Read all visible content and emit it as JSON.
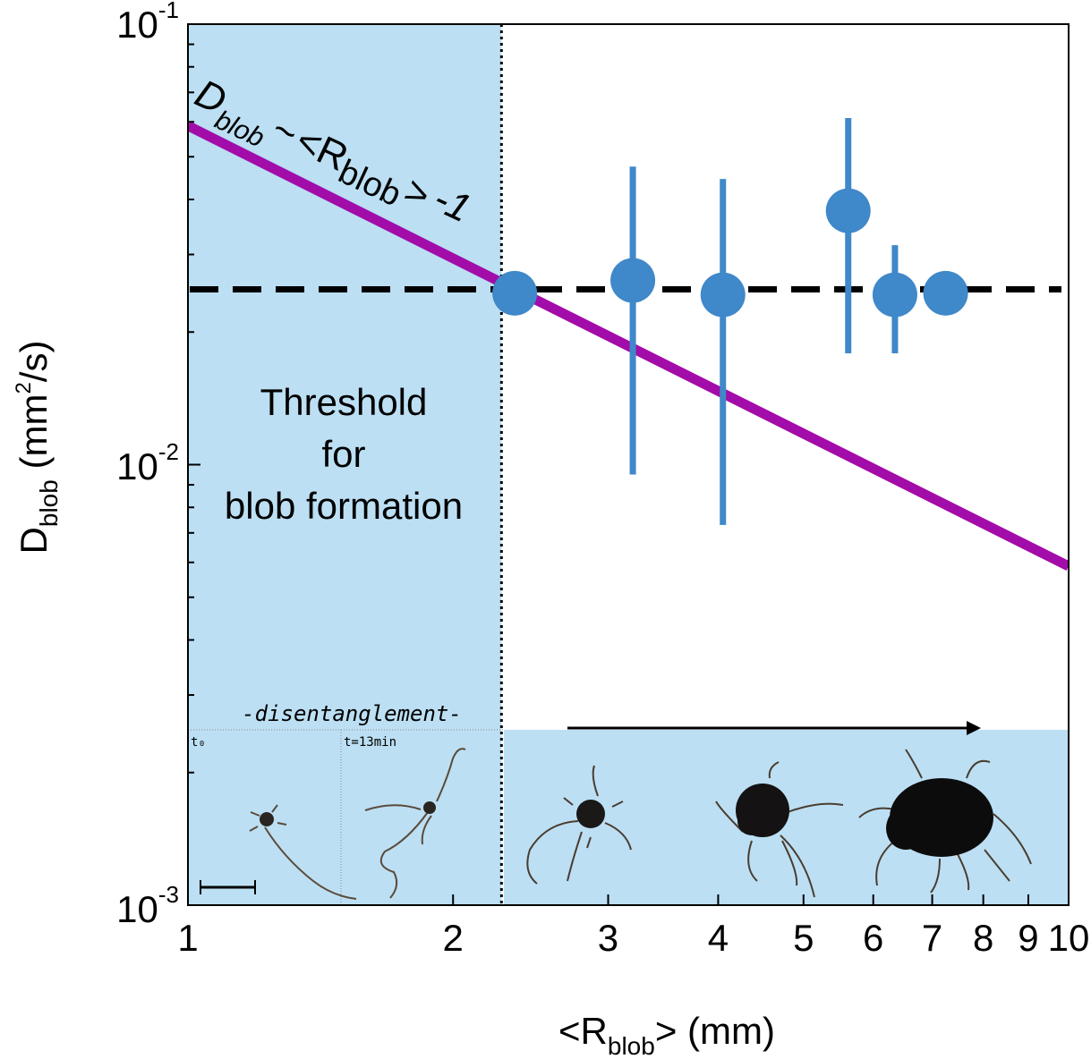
{
  "chart_data": {
    "type": "scatter",
    "xscale": "log",
    "yscale": "log",
    "xlim": [
      1,
      10
    ],
    "ylim": [
      0.001,
      0.1
    ],
    "x_tick_labels": [
      "1",
      "2",
      "3",
      "4",
      "5",
      "6",
      "7",
      "8",
      "9",
      "10"
    ],
    "y_tick_labels": [
      {
        "base": "10",
        "exp": "-1",
        "value": 0.1
      },
      {
        "base": "10",
        "exp": "-2",
        "value": 0.01
      },
      {
        "base": "10",
        "exp": "-3",
        "value": 0.001
      }
    ],
    "xlabel": {
      "pre": "<R",
      "sub": "blob",
      "post": "> (mm)"
    },
    "ylabel": {
      "pre": "D",
      "sub": "blob",
      "mid": " (mm",
      "sup": "2",
      "post": "/s)"
    },
    "points": [
      {
        "x": 2.35,
        "y": 0.0245,
        "yerr_low": null,
        "yerr_high": null
      },
      {
        "x": 3.2,
        "y": 0.0262,
        "yerr_low": 0.0095,
        "yerr_high": 0.0475
      },
      {
        "x": 4.05,
        "y": 0.0243,
        "yerr_low": 0.0073,
        "yerr_high": 0.0445
      },
      {
        "x": 5.62,
        "y": 0.0377,
        "yerr_low": 0.0179,
        "yerr_high": 0.0612
      },
      {
        "x": 6.35,
        "y": 0.0243,
        "yerr_low": 0.0179,
        "yerr_high": 0.0315
      },
      {
        "x": 7.25,
        "y": 0.0245,
        "yerr_low": null,
        "yerr_high": null
      }
    ],
    "marker_color": "#3f88c9",
    "fit_line": {
      "label_parts": {
        "d": "D",
        "d_sub": "blob",
        "tilde": "~",
        "r": "<R",
        "r_sub": "blob",
        "close": ">",
        "exp": "-1"
      },
      "x": [
        1,
        10
      ],
      "y": [
        0.0588,
        0.00588
      ],
      "color": "#a20ca8"
    },
    "threshold_line": {
      "y": 0.025,
      "style": "dashed",
      "color": "#000000"
    },
    "shaded_region": {
      "x": [
        1,
        2.27
      ],
      "color": "#bcdff3"
    },
    "vertical_line": {
      "x": 2.27,
      "style": "dotted"
    },
    "region_label": [
      "Threshold",
      "for",
      "blob formation"
    ],
    "inset": {
      "band_color": "#bcdff3",
      "title": "-disentanglement-",
      "frame_labels": [
        "t₀",
        "t=13min"
      ]
    }
  }
}
